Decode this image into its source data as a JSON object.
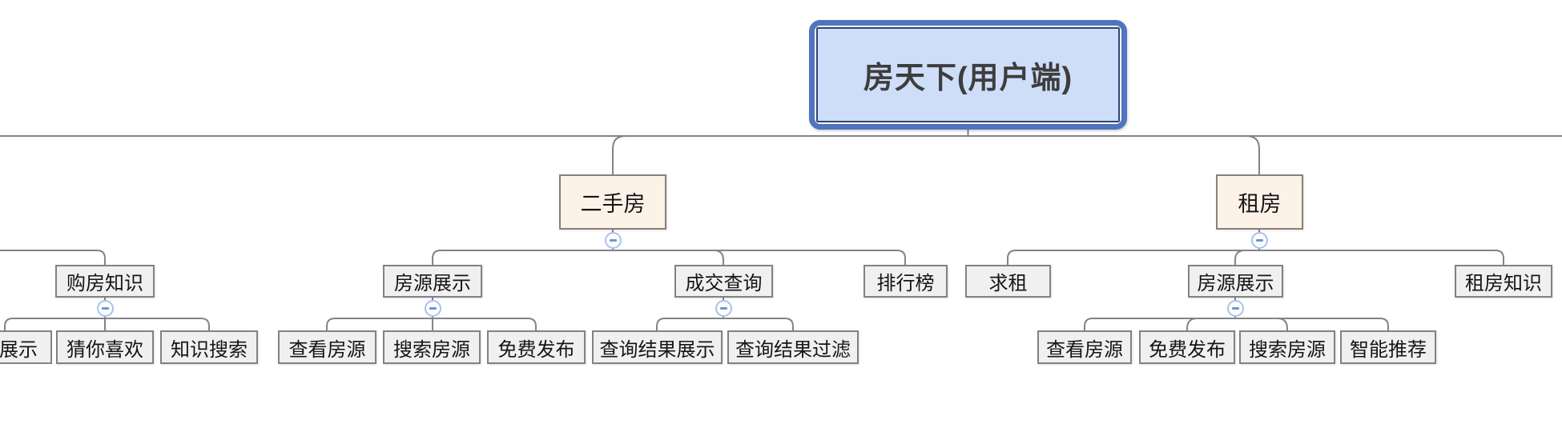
{
  "app": {
    "description": "mind-map canvas, user-side feature breakdown of Fang.com",
    "background_color": "#ffffff"
  },
  "colors": {
    "root_fill": "#cfdef8",
    "root_outer_border": "#4f74c0",
    "root_inner_border": "#2f4470",
    "branch_fill": "#fdf2e8",
    "branch_border": "#8a8078",
    "leaf_fill": "#f0f0f0",
    "leaf_border": "#828282",
    "connector_line": "#848484",
    "toggle_border": "#a9c3e8",
    "toggle_glyph": "#6b96d8",
    "root_text": "#3d3d3d",
    "node_text": "#151515"
  },
  "icons": {
    "collapse_toggle": "minus-circle-icon"
  },
  "nodes": {
    "root": "房天下(用户端)",
    "secondhand": "二手房",
    "rent": "租房",
    "buy_knowledge": "购房知识",
    "sh_listing": "房源展示",
    "sh_deal": "成交查询",
    "sh_rank": "排行榜",
    "rent_seek": "求租",
    "rent_listing": "房源展示",
    "rent_knowledge": "租房知识",
    "bk_display": "展示",
    "bk_guess": "猜你喜欢",
    "bk_search": "知识搜索",
    "shl_view": "查看房源",
    "shl_search": "搜索房源",
    "shl_post": "免费发布",
    "shd_result": "查询结果展示",
    "shd_filter": "查询结果过滤",
    "rl_view": "查看房源",
    "rl_post": "免费发布",
    "rl_search": "搜索房源",
    "rl_smart": "智能推荐"
  },
  "structure": {
    "root": [
      "secondhand",
      "rent"
    ],
    "buy_knowledge": [
      "bk_display",
      "bk_guess",
      "bk_search"
    ],
    "secondhand": [
      "sh_listing",
      "sh_deal",
      "sh_rank"
    ],
    "sh_listing": [
      "shl_view",
      "shl_search",
      "shl_post"
    ],
    "sh_deal": [
      "shd_result",
      "shd_filter"
    ],
    "rent": [
      "rent_seek",
      "rent_listing",
      "rent_knowledge"
    ],
    "rent_listing": [
      "rl_view",
      "rl_post",
      "rl_search",
      "rl_smart"
    ]
  }
}
